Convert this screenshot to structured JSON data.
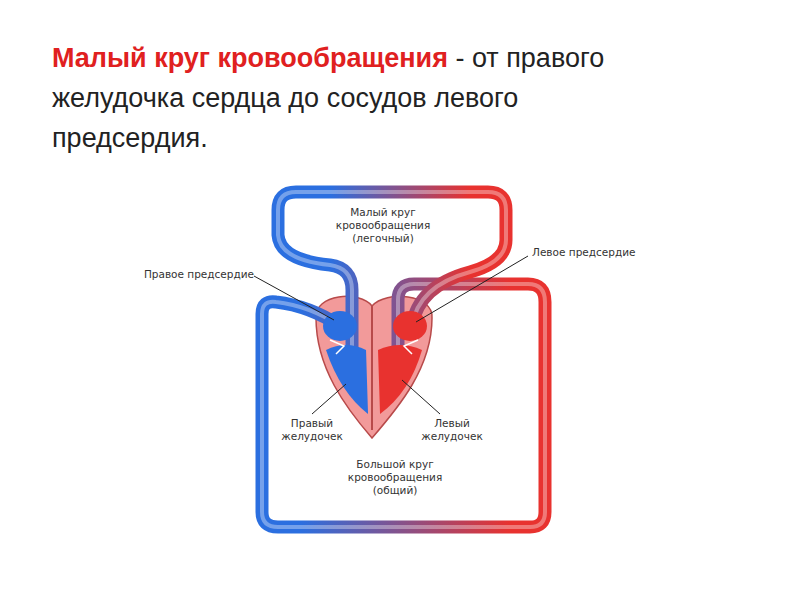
{
  "diagram": {
    "title": "Малый круг кровообращения",
    "labels": [
      "- от правого желудочка сердца до сосудов левого предсердия.",
      "Малый круг кровообращения (легочный)",
      "Правое предсердие",
      "Левое предсердие",
      "Правый желудочек",
      "Левый желудочек",
      "Большой круг кровообращения (общий)"
    ]
  }
}
